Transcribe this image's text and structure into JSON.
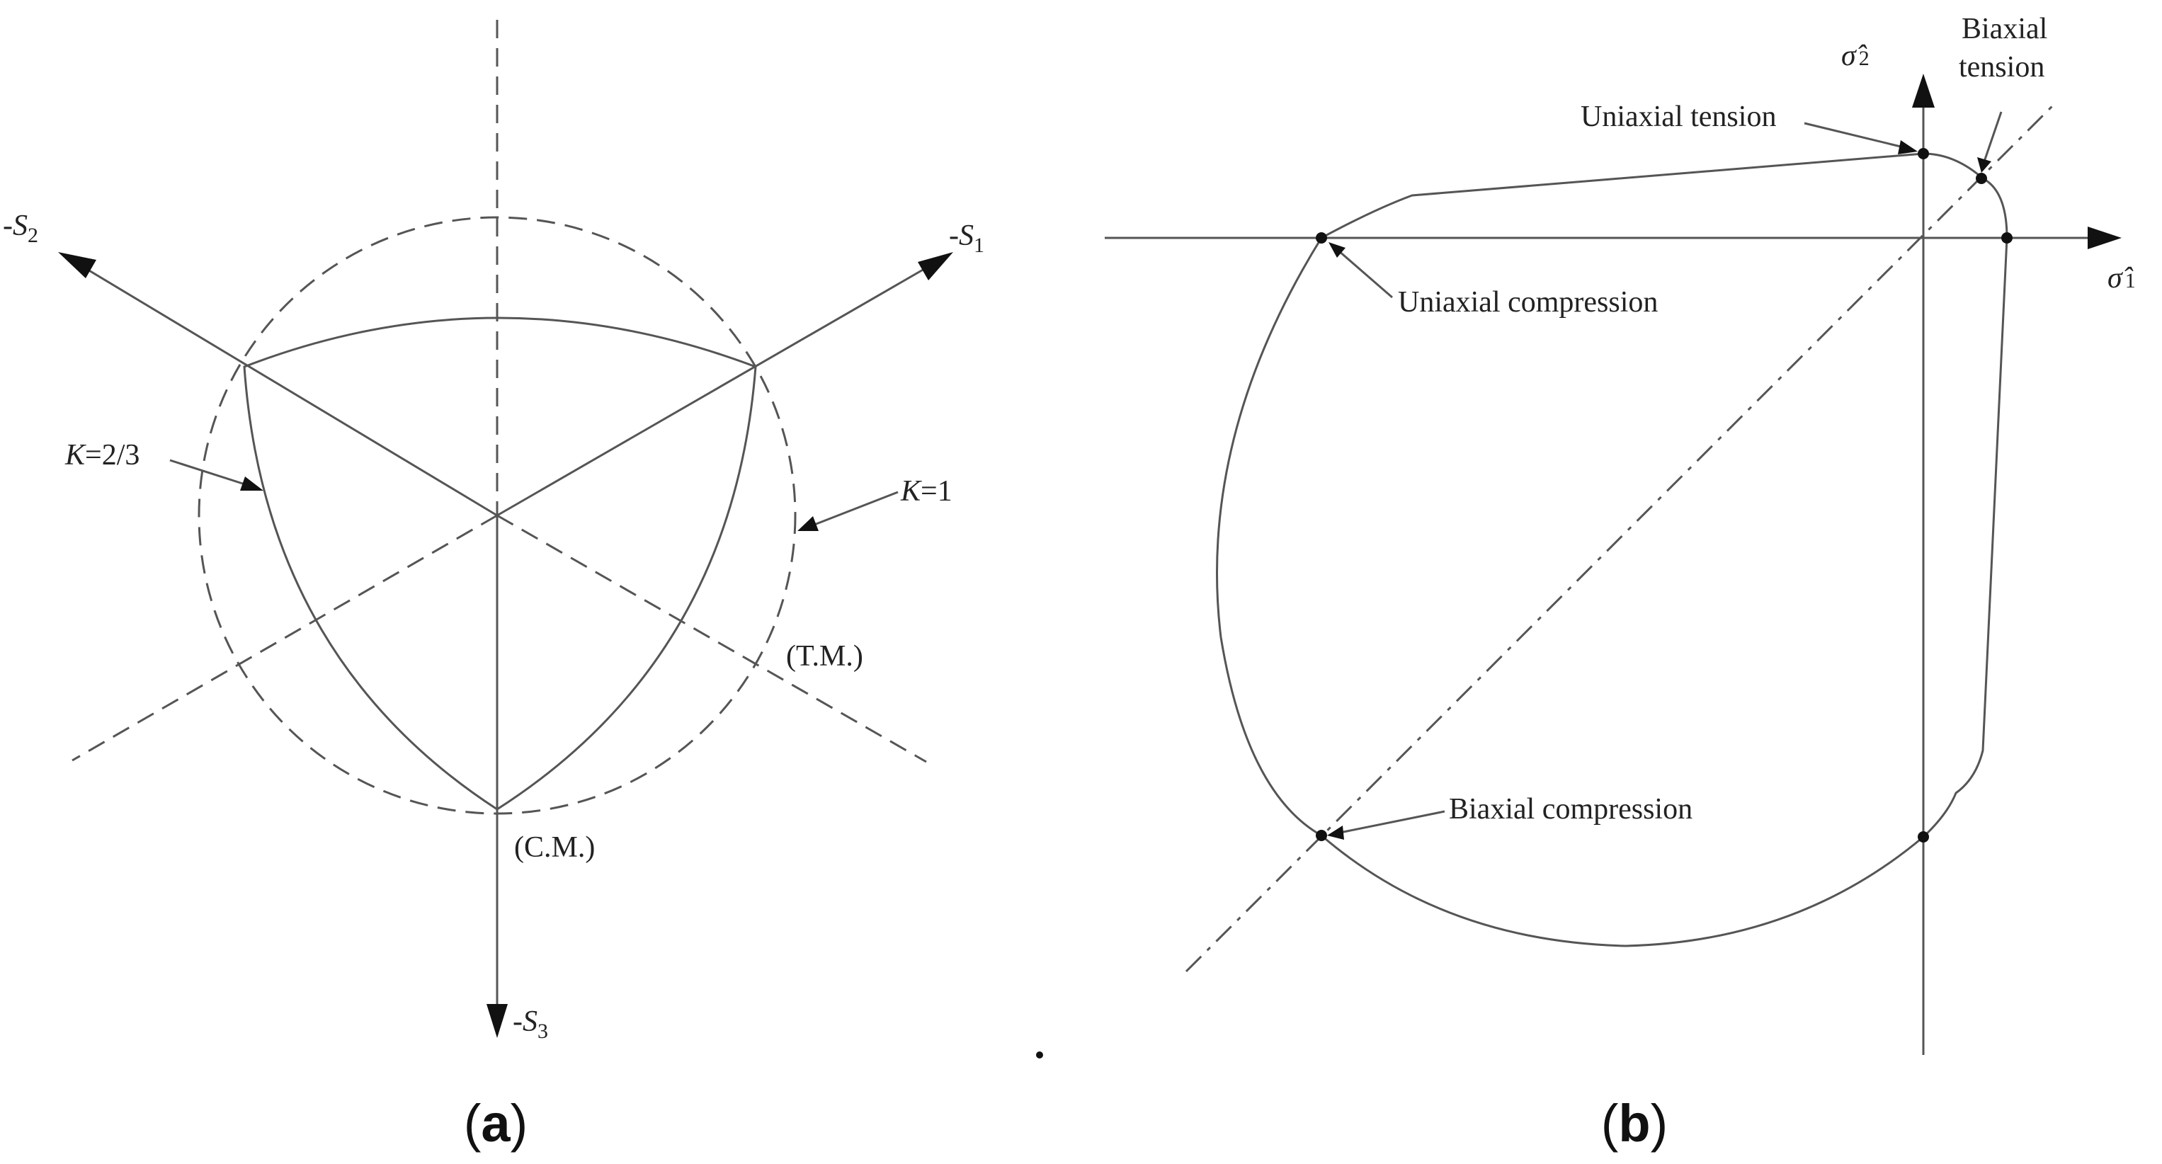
{
  "panel_a": {
    "axes": {
      "s1": {
        "prefix": "-",
        "var": "S",
        "sub": "1"
      },
      "s2": {
        "prefix": "-",
        "var": "S",
        "sub": "2"
      },
      "s3": {
        "prefix": "-",
        "var": "S",
        "sub": "3"
      }
    },
    "curve_k23": {
      "var": "K",
      "rest": "=2/3"
    },
    "curve_k1": {
      "var": "K",
      "rest": "=1"
    },
    "tm_label": "(T.M.)",
    "cm_label": "(C.M.)",
    "caption": {
      "open": "(",
      "letter": "a",
      "close": ")"
    }
  },
  "panel_b": {
    "x_axis": {
      "sym": "σ̂",
      "sub": "1"
    },
    "y_axis": {
      "sym": "σ̂",
      "sub": "2"
    },
    "uniaxial_tension": "Uniaxial tension",
    "biaxial_tension_line1": "Biaxial",
    "biaxial_tension_line2": "tension",
    "uniaxial_compression": "Uniaxial compression",
    "biaxial_compression": "Biaxial compression",
    "caption": {
      "open": "(",
      "letter": "b",
      "close": ")"
    }
  },
  "colors": {
    "line": "#555555",
    "marker": "#111111",
    "background": "#ffffff"
  }
}
